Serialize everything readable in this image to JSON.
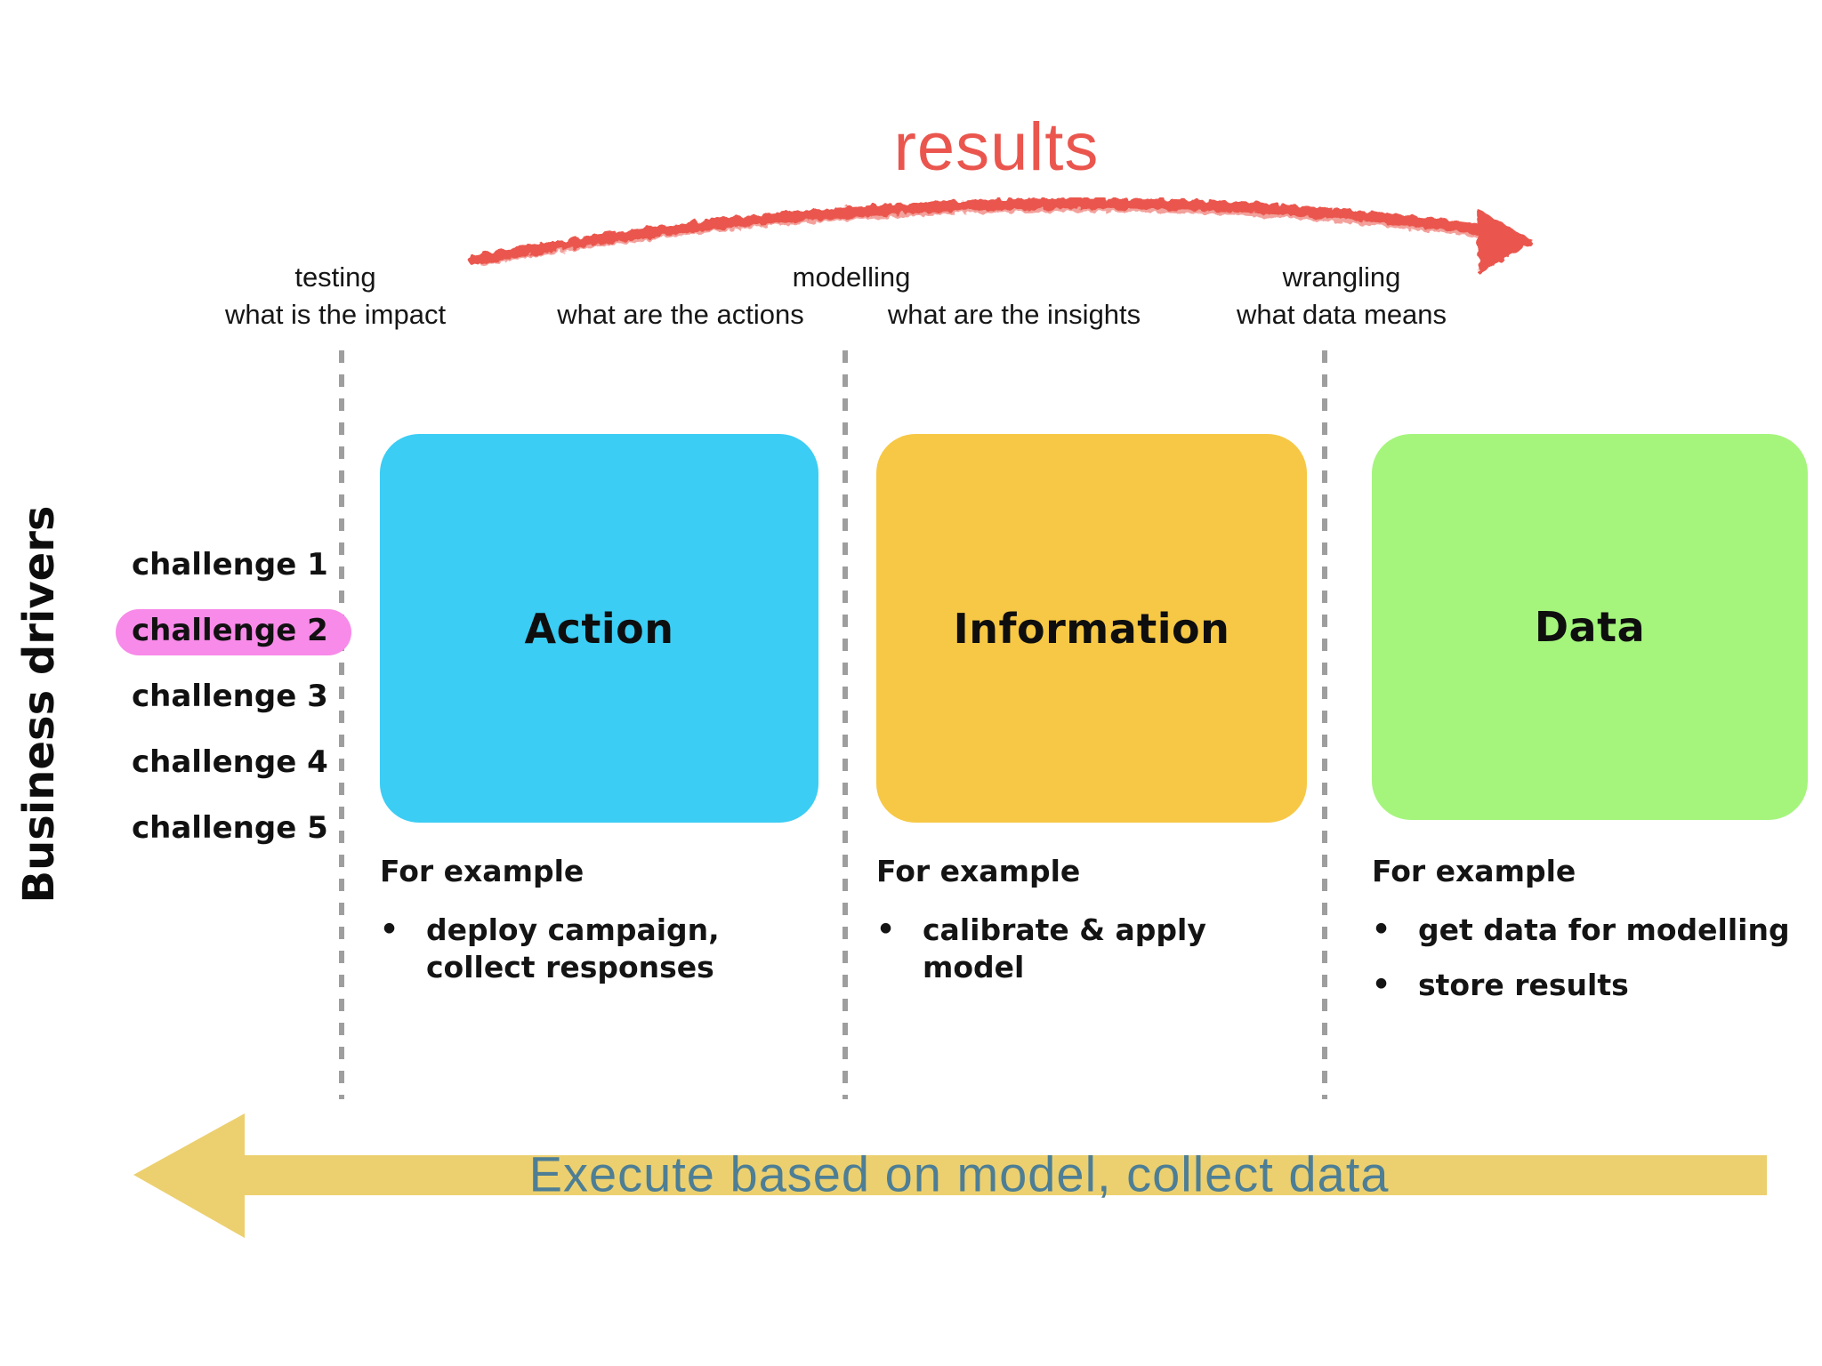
{
  "results_arrow": {
    "label": "results",
    "color": "#ea564e"
  },
  "header": {
    "phases": [
      {
        "label": "testing"
      },
      {
        "label": "modelling"
      },
      {
        "label": "wrangling"
      }
    ],
    "questions": [
      {
        "label": "what is the impact"
      },
      {
        "label": "what are the actions"
      },
      {
        "label": "what are the insights"
      },
      {
        "label": "what data means"
      }
    ]
  },
  "business_drivers": {
    "label": "Business drivers"
  },
  "challenges": {
    "highlight_color": "#f88ae9",
    "items": [
      {
        "label": "challenge 1",
        "highlighted": false
      },
      {
        "label": "challenge 2",
        "highlighted": true
      },
      {
        "label": "challenge 3",
        "highlighted": false
      },
      {
        "label": "challenge 4",
        "highlighted": false
      },
      {
        "label": "challenge 5",
        "highlighted": false
      }
    ]
  },
  "columns": [
    {
      "title": "Action",
      "color": "#3bcdf4",
      "example_heading": "For example",
      "bullets": [
        "deploy campaign, collect responses"
      ]
    },
    {
      "title": "Information",
      "color": "#f7c845",
      "example_heading": "For example",
      "bullets": [
        "calibrate & apply model"
      ]
    },
    {
      "title": "Data",
      "color": "#a5f57d",
      "example_heading": "For example",
      "bullets": [
        "get data for modelling",
        "store results"
      ]
    }
  ],
  "execute_arrow": {
    "label": "Execute based on model, collect data",
    "fill": "#ecd06f",
    "text_color": "#4d7e95"
  }
}
